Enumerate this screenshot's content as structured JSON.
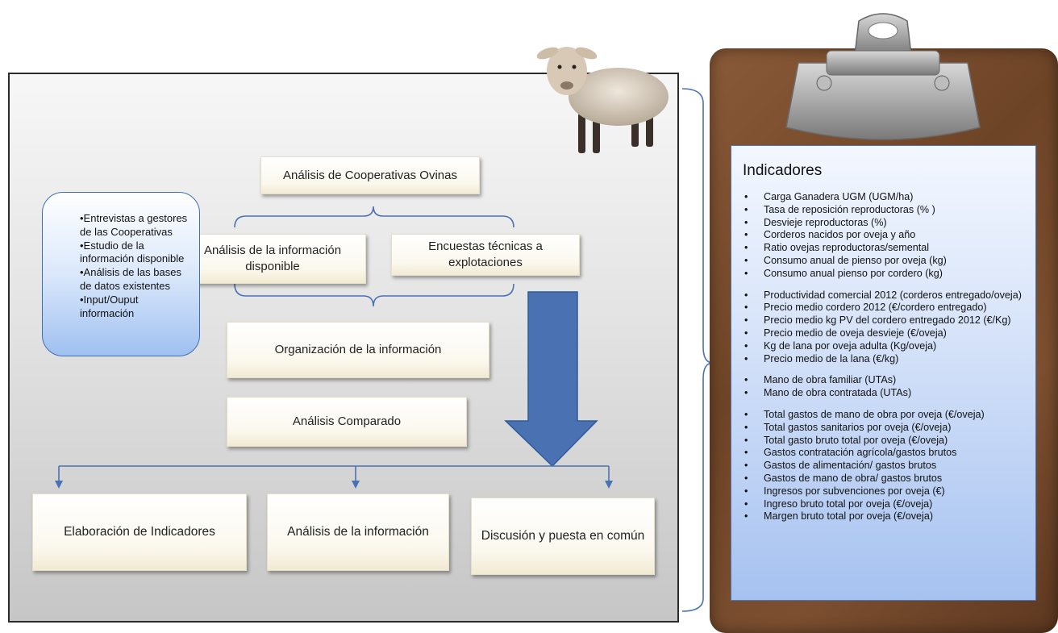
{
  "diagram": {
    "top_box": "Análisis de Cooperativas Ovinas",
    "info_box": "Análisis de la información disponible",
    "survey_box": "Encuestas técnicas a explotaciones",
    "org_box": "Organización de la información",
    "compare_box": "Análisis Comparado",
    "bottom_boxes": [
      "Elaboración de Indicadores",
      "Análisis de la información",
      "Discusión y puesta en común"
    ],
    "methods": [
      "•Entrevistas a gestores de las Cooperativas",
      "•Estudio de la información disponible",
      "•Análisis de las bases de datos existentes",
      "•Input/Ouput información"
    ]
  },
  "indicators": {
    "title": "Indicadores",
    "groups": [
      [
        "Carga Ganadera UGM (UGM/ha)",
        "Tasa de reposición reproductoras (% )",
        "Desvieje reproductoras (%)",
        "Corderos nacidos por oveja y año",
        "Ratio ovejas reproductoras/semental",
        "Consumo anual de pienso por oveja (kg)",
        "Consumo anual pienso por cordero (kg)"
      ],
      [
        "Productividad comercial 2012 (corderos entregado/oveja)",
        "Precio medio cordero 2012 (€/cordero entregado)",
        "Precio medio kg PV del cordero entregado 2012 (€/Kg)",
        "Precio medio de oveja desvieje (€/oveja)",
        "Kg de lana por oveja adulta (Kg/oveja)",
        "Precio medio de la lana (€/kg)"
      ],
      [
        "Mano de obra familiar (UTAs)",
        "Mano de obra contratada (UTAs)"
      ],
      [
        "Total gastos de mano de obra por oveja (€/oveja)",
        "Total gastos sanitarios por oveja (€/oveja)",
        "Total gasto bruto total por oveja (€/oveja)",
        "Gastos contratación agrícola/gastos brutos",
        "Gastos de alimentación/ gastos brutos",
        "Gastos de mano de obra/ gastos brutos",
        "Ingresos por subvenciones por oveja (€)",
        "Ingreso bruto total por oveja (€/oveja)",
        "Margen bruto total por oveja (€/oveja)"
      ]
    ]
  },
  "colors": {
    "arrow_fill": "#4a72b3",
    "connector": "#4a72b3",
    "board": "#7c4f30"
  }
}
